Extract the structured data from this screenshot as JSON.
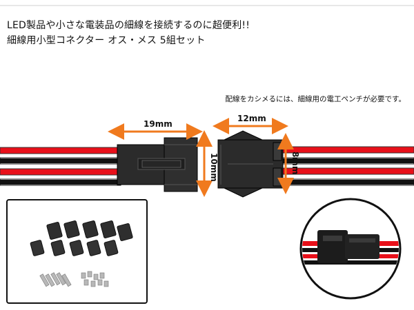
{
  "headline": {
    "line1": "LED製品や小さな電装品の細線を接続するのに超便利!!",
    "line2": "細線用小型コネクター オス・メス 5組セット"
  },
  "note": "配線をカシメるには、細線用の電工ペンチが必要です。",
  "dimensions": {
    "male_width": "19mm",
    "male_height": "10mm",
    "female_width": "12mm",
    "female_height": "8mm"
  },
  "colors": {
    "wire_red": "#e8101a",
    "wire_black": "#111111",
    "connector": "#2b2b2b",
    "arrow": "#f07a1e"
  }
}
